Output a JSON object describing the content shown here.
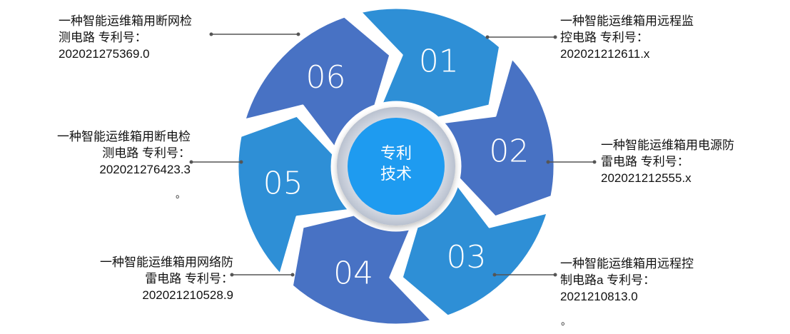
{
  "center": {
    "line1": "专利",
    "line2": "技术"
  },
  "colors": {
    "dark_blue": "#4872C4",
    "light_blue": "#2E8FD6",
    "center_fill": "#1E9BF0",
    "connector": "#555555"
  },
  "segments": [
    {
      "num": "01",
      "lines": [
        "一种智能运维箱用远程监",
        "控电路  专利号：",
        "202021212611.x"
      ]
    },
    {
      "num": "02",
      "lines": [
        "一种智能运维箱用电源防",
        "雷电路  专利号：",
        "202021212555.x"
      ]
    },
    {
      "num": "03",
      "lines": [
        "一种智能运维箱用远程控",
        "制电路a  专利号：",
        "2021210813.0"
      ],
      "trailing": "。"
    },
    {
      "num": "04",
      "lines": [
        "一种智能运维箱用网络防",
        "雷电路  专利号：",
        "202021210528.9"
      ]
    },
    {
      "num": "05",
      "lines": [
        "一种智能运维箱用断电检",
        "测电路 专利号：",
        "202021276423.3"
      ],
      "trailing": "。"
    },
    {
      "num": "06",
      "lines": [
        "一种智能运维箱用断网检",
        "测电路   专利号：",
        "202021275369.0"
      ]
    }
  ]
}
